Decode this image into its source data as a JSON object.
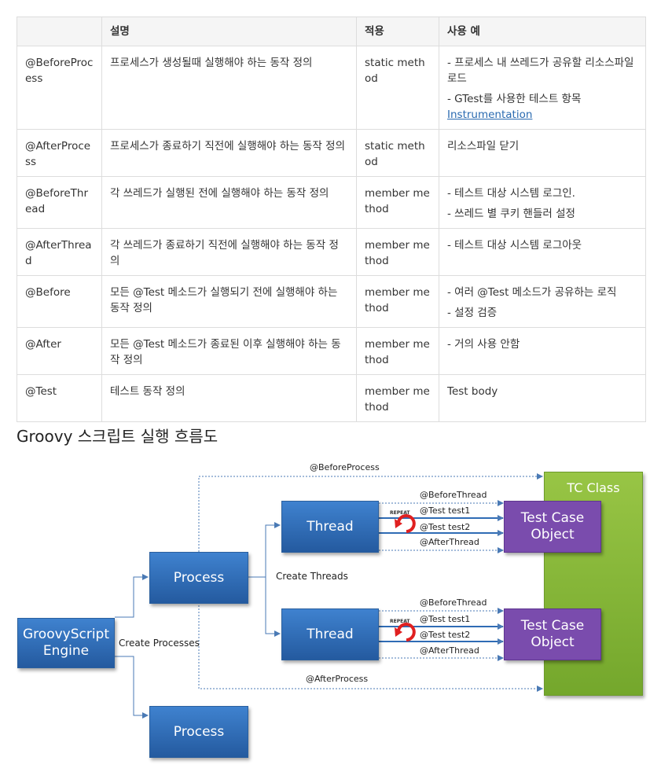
{
  "table": {
    "headers": [
      "",
      "설명",
      "적용",
      "사용 예"
    ],
    "rows": [
      {
        "annotation": "@BeforeProcess",
        "desc": "프로세스가 생성될때 실행해야 하는 동작 정의",
        "apply": "static method",
        "examples": [
          "- 프로세스 내 쓰레드가 공유할 리소스파일 로드",
          "- GTest를 사용한 테스트 항목"
        ],
        "link": "Instrumentation"
      },
      {
        "annotation": "@AfterProcess",
        "desc": "프로세스가 종료하기 직전에 실행해야 하는 동작 정의",
        "apply": "static method",
        "examples": [
          "리소스파일 닫기"
        ]
      },
      {
        "annotation": "@BeforeThread",
        "desc": "각 쓰레드가 실행된 전에 실행해야 하는 동작 정의",
        "apply": "member method",
        "examples": [
          "- 테스트 대상 시스템 로그인.",
          "- 쓰레드 별 쿠키 핸들러 설정"
        ]
      },
      {
        "annotation": "@AfterThread",
        "desc": "각 쓰레드가 종료하기 직전에 실행해야 하는 동작 정의",
        "apply": "member method",
        "examples": [
          "- 테스트 대상 시스템 로그아웃"
        ]
      },
      {
        "annotation": "@Before",
        "desc": "모든 @Test 메소드가 실행되기 전에 실행해야 하는 동작 정의",
        "apply": "member method",
        "examples": [
          "- 여러 @Test 메소드가 공유하는 로직",
          "- 설정 검증"
        ]
      },
      {
        "annotation": "@After",
        "desc": "모든 @Test 메소드가 종료된 이후 실행해야 하는 동작 정의",
        "apply": "member method",
        "examples": [
          "- 거의 사용 안함"
        ]
      },
      {
        "annotation": "@Test",
        "desc": "테스트 동작 정의",
        "apply": "member method",
        "examples": [
          "Test body"
        ]
      }
    ]
  },
  "section_title": "Groovy 스크립트 실행 흐름도",
  "diagram": {
    "engine": "GroovyScript Engine",
    "process": "Process",
    "thread": "Thread",
    "tc_class": "TC Class",
    "test_case_object": "Test Case Object",
    "create_processes": "Create Processes",
    "create_threads": "Create Threads",
    "before_process": "@BeforeProcess",
    "after_process": "@AfterProcess",
    "before_thread": "@BeforeThread",
    "after_thread": "@AfterThread",
    "test1": "@Test test1",
    "test2": "@Test test2",
    "repeat": "REPEAT",
    "colors": {
      "blue_box": "#2f6cb5",
      "purple_box": "#7a4cad",
      "green_box": "#86b83a",
      "arrow": "#4a7ab5"
    }
  }
}
